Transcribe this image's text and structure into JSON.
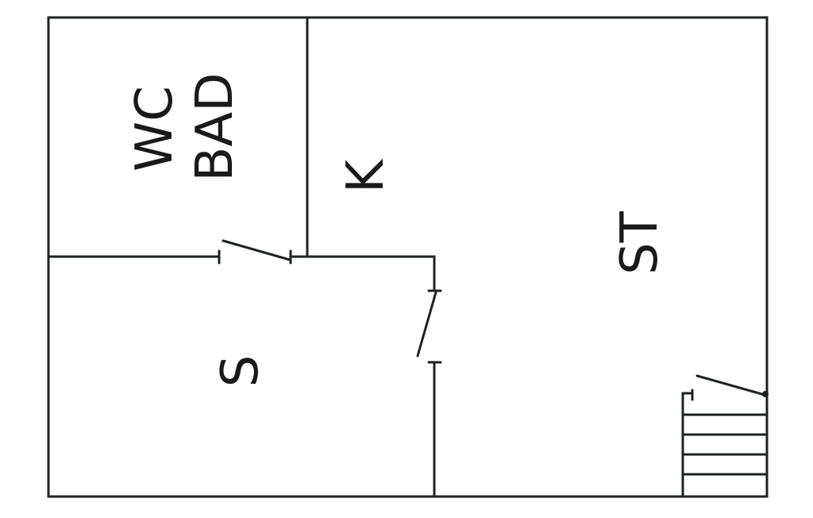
{
  "diagram": {
    "type": "floor-plan",
    "line_color": "#1e2222",
    "background": "#ffffff",
    "rooms": [
      {
        "id": "wc-bad",
        "label_line1": "WC",
        "label_line2": "BAD"
      },
      {
        "id": "kitchen",
        "label": "K"
      },
      {
        "id": "living",
        "label": "ST"
      },
      {
        "id": "bedroom",
        "label": "S"
      }
    ],
    "doors": [
      {
        "id": "door-wc-bad",
        "between": [
          "WC BAD",
          "S"
        ]
      },
      {
        "id": "door-bedroom",
        "between": [
          "S",
          "ST"
        ]
      },
      {
        "id": "door-stairs",
        "between": [
          "ST",
          "stairs"
        ]
      }
    ],
    "stairs": {
      "steps": 4
    }
  }
}
